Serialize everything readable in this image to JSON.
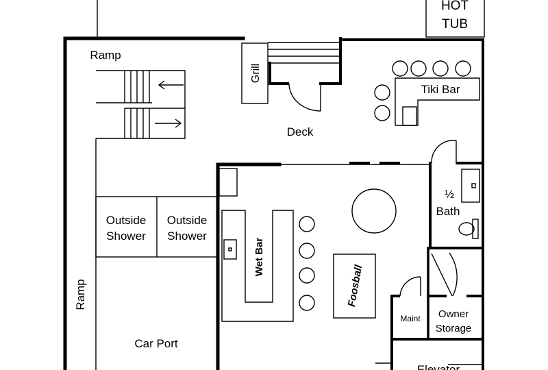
{
  "labels": {
    "hot_tub_line1": "HOT",
    "hot_tub_line2": "TUB",
    "ramp_top": "Ramp",
    "ramp_side": "Ramp",
    "grill": "Grill",
    "tiki_bar": "Tiki Bar",
    "deck": "Deck",
    "half": "½",
    "bath": "Bath",
    "outside_shower_1_line1": "Outside",
    "outside_shower_1_line2": "Shower",
    "outside_shower_2_line1": "Outside",
    "outside_shower_2_line2": "Shower",
    "wet_bar": "Wet Bar",
    "foosball": "Foosball",
    "maint": "Maint",
    "owner_storage_line1": "Owner",
    "owner_storage_line2": "Storage",
    "car_port": "Car Port",
    "elevator": "Elevator"
  }
}
